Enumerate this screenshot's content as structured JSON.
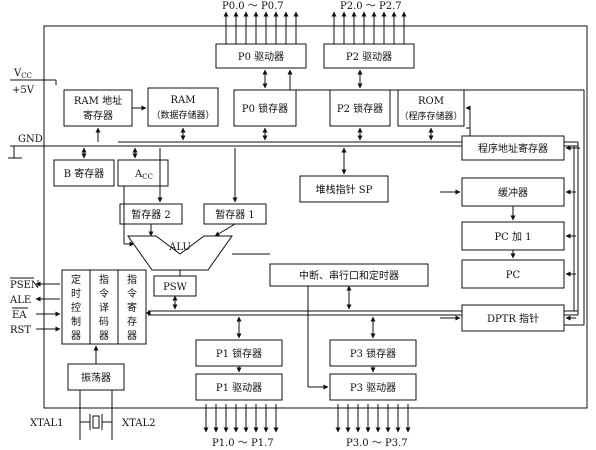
{
  "ports": {
    "p0_range": "P0.0 ～ P0.7",
    "p2_range": "P2.0 ～ P2.7",
    "p1_range": "P1.0 ～ P1.7",
    "p3_range": "P3.0 ～ P3.7"
  },
  "power": {
    "vcc_v": "V",
    "vcc_sub": "CC",
    "plus5v": "+5V",
    "gnd": "GND"
  },
  "blocks": {
    "p0_driver": "P0 驱动器",
    "p2_driver": "P2 驱动器",
    "ram_addr_reg_l1": "RAM 地址",
    "ram_addr_reg_l2": "寄存器",
    "ram_l1": "RAM",
    "ram_l2": "（数据存储器）",
    "p0_latch": "P0 锁存器",
    "p2_latch": "P2 锁存器",
    "rom_l1": "ROM",
    "rom_l2": "（程序存储器）",
    "pc_addr_reg": "程序地址寄存器",
    "b_reg": "B 寄存器",
    "acc_a": "A",
    "acc_sub": "CC",
    "stack_pointer": "堆栈指针 SP",
    "buffer": "缓冲器",
    "temp2": "暂存器 2",
    "temp1": "暂存器 1",
    "alu": "ALU",
    "pc_inc": "PC 加 1",
    "pc": "PC",
    "psw": "PSW",
    "interrupt": "中断、串行口和定时器",
    "timing_ctrl": [
      "定",
      "时",
      "控",
      "制",
      "器"
    ],
    "instr_decoder": [
      "指",
      "令",
      "译",
      "码",
      "器"
    ],
    "instr_reg": [
      "指",
      "令",
      "寄",
      "存",
      "器"
    ],
    "dptr": "DPTR 指针",
    "p1_latch": "P1 锁存器",
    "p3_latch": "P3 锁存器",
    "p1_driver": "P1 驱动器",
    "p3_driver": "P3 驱动器",
    "oscillator": "振荡器"
  },
  "pins": {
    "psen": "PSEN",
    "ale": "ALE",
    "ea": "EA",
    "rst": "RST",
    "xtal1": "XTAL1",
    "xtal2": "XTAL2"
  }
}
